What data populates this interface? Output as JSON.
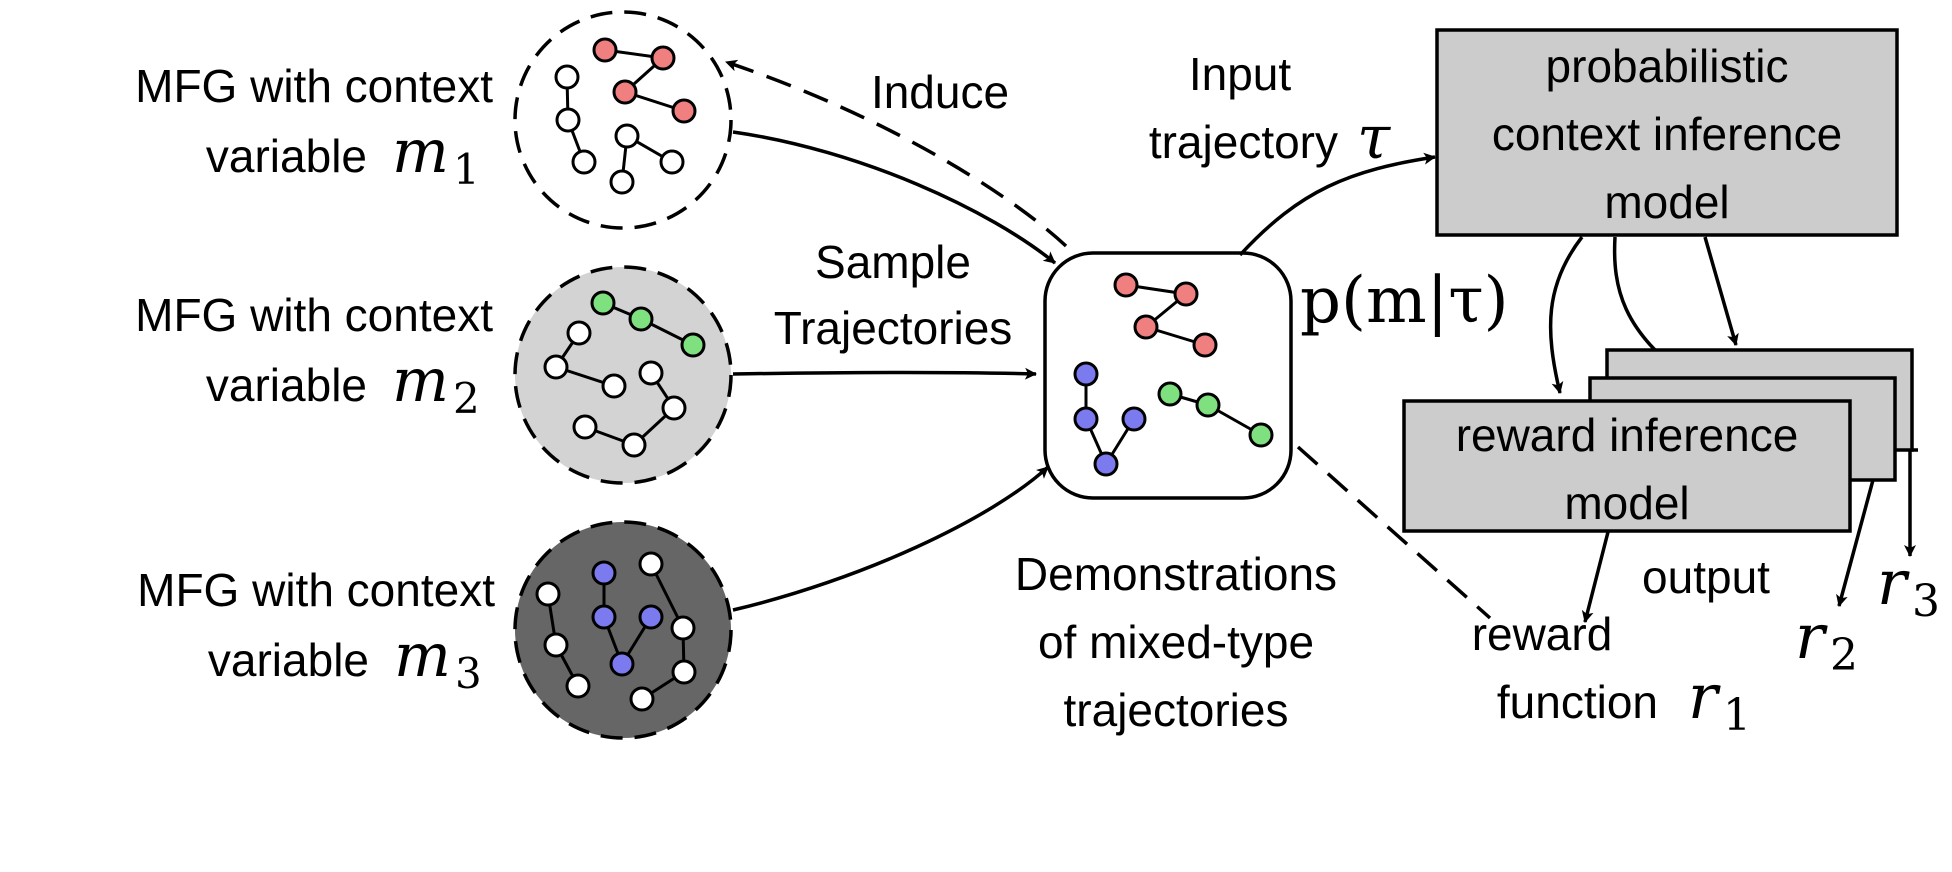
{
  "mfg_groups": [
    {
      "label_line1": "MFG with context",
      "label_line2": "variable",
      "var": "m",
      "sub": "1"
    },
    {
      "label_line1": "MFG with context",
      "label_line2": "variable",
      "var": "m",
      "sub": "2"
    },
    {
      "label_line1": "MFG with context",
      "label_line2": "variable",
      "var": "m",
      "sub": "3"
    }
  ],
  "edge_labels": {
    "induce": "Induce",
    "sample_line1": "Sample",
    "sample_line2": "Trajectories",
    "input_line1": "Input",
    "input_line2": "trajectory",
    "tau": "τ",
    "posterior": "p(m|τ)",
    "output": "output"
  },
  "demonstrations": {
    "line1": "Demonstrations",
    "line2": "of mixed-type",
    "line3": "trajectories"
  },
  "context_model": {
    "line1": "probabilistic",
    "line2": "context inference",
    "line3": "model"
  },
  "reward_model": {
    "line1": "reward inference",
    "line2": "model"
  },
  "reward_function": {
    "line1": "reward",
    "line2": "function",
    "var": "r",
    "sub": "1"
  },
  "rewards": [
    {
      "var": "r",
      "sub": "2"
    },
    {
      "var": "r",
      "sub": "3"
    }
  ],
  "colors": {
    "red_node": "#f08080",
    "green_node": "#7ee07e",
    "blue_node": "#7b7bef",
    "white_node": "#ffffff",
    "group2_fill": "#d3d3d3",
    "group3_fill": "#666666",
    "box_fill": "#cccccc"
  }
}
